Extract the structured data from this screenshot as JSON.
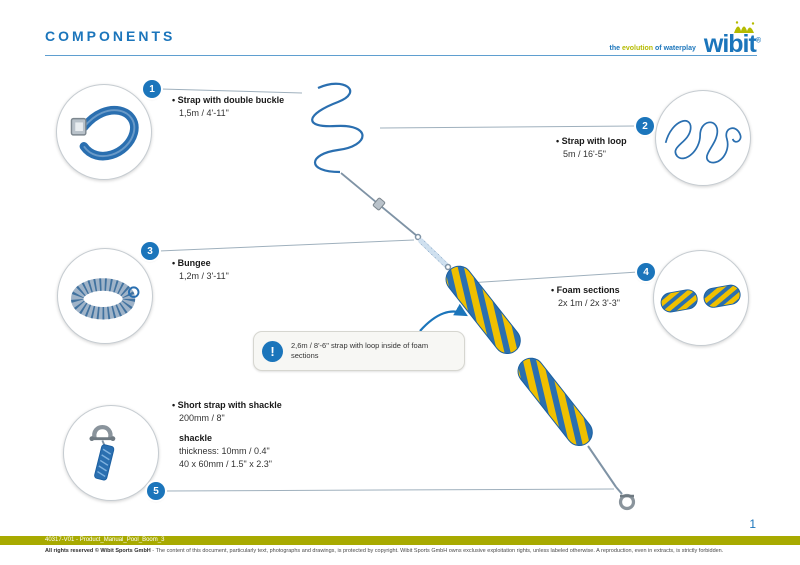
{
  "header": {
    "title": "COMPONENTS",
    "tagline": {
      "prefix": "the",
      "highlight": "evolution",
      "suffix": "of waterplay"
    },
    "logo_text": "wibit",
    "logo_reg": "®"
  },
  "colors": {
    "brand_blue": "#1b75bb",
    "brand_yellow": "#b5bb00",
    "foam_yellow": "#f0c000",
    "foam_blue": "#2a6fb0",
    "footer_bar": "#a8aa00"
  },
  "icons": {
    "note_icon": "!",
    "splash_icon": "wibit-splash",
    "badge_shape": "circle"
  },
  "components": [
    {
      "number": "1",
      "bullet": "•",
      "label": "Strap with double buckle",
      "detail": "1,5m / 4'-11\""
    },
    {
      "number": "2",
      "bullet": "•",
      "label": "Strap with loop",
      "detail": "5m / 16'-5\""
    },
    {
      "number": "3",
      "bullet": "•",
      "label": "Bungee",
      "detail": "1,2m / 3'-11\""
    },
    {
      "number": "4",
      "bullet": "•",
      "label": "Foam sections",
      "detail": "2x 1m / 2x 3'-3\""
    },
    {
      "number": "5",
      "bullet": "•",
      "label": "Short strap with shackle",
      "detail": "200mm / 8\"",
      "sub_label": "shackle",
      "sub_detail_1": "thickness: 10mm / 0.4\"",
      "sub_detail_2": "40 x 60mm / 1.5\" x 2.3\""
    }
  ],
  "note": {
    "text": "2,6m / 8'-6\" strap with loop inside of foam sections"
  },
  "footer": {
    "doc_id": "40317-V01 - Product_Manual_Pool_Boom_3",
    "page_number": "1",
    "copyright_bold": "All rights reserved © Wibit Sports GmbH",
    "copyright_rest": " - The content of this document, particularly text, photographs and drawings, is protected by copyright. Wibit Sports GmbH owns exclusive exploitation rights, unless labeled otherwise. A reproduction, even in extracts, is strictly forbidden."
  }
}
